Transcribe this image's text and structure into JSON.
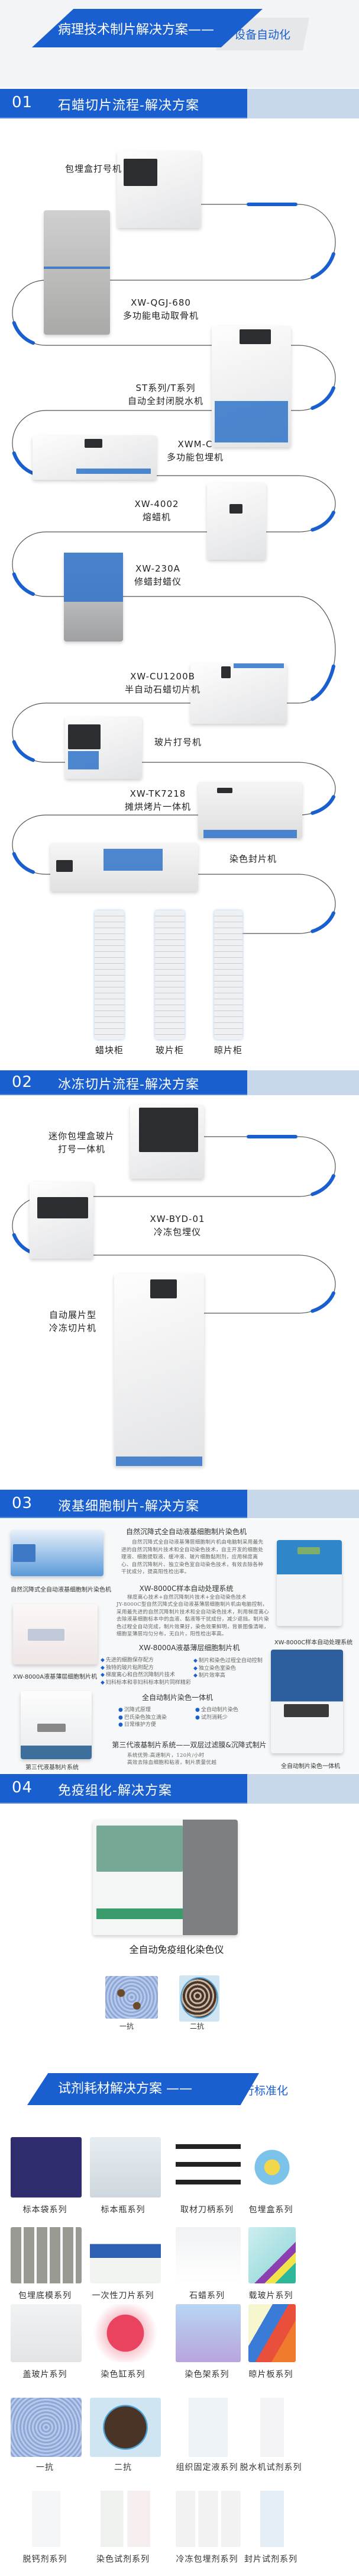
{
  "header": {
    "title": "病理技术制片解决方案——",
    "subtitle": "设备自动化"
  },
  "sections": [
    {
      "num": "01",
      "title": "石蜡切片流程-解决方案",
      "items": [
        {
          "lines": [
            "包埋盒打号机"
          ]
        },
        {
          "lines": [
            "XW-QGJ-680",
            "多功能电动取骨机"
          ]
        },
        {
          "lines": [
            "ST系列/T系列",
            "自动全封闭脱水机"
          ]
        },
        {
          "lines": [
            "XWM-C",
            "多功能包埋机"
          ]
        },
        {
          "lines": [
            "XW-4002",
            "熔蜡机"
          ]
        },
        {
          "lines": [
            "XW-230A",
            "修蜡封蜡仪"
          ]
        },
        {
          "lines": [
            "XW-CU1200B",
            "半自动石蜡切片机"
          ]
        },
        {
          "lines": [
            "玻片打号机"
          ]
        },
        {
          "lines": [
            "XW-TK7218",
            "摊烘烤片一体机"
          ]
        },
        {
          "lines": [
            "染色封片机"
          ]
        }
      ],
      "cabinets": [
        "蜡块柜",
        "玻片柜",
        "晾片柜"
      ]
    },
    {
      "num": "02",
      "title": "冰冻切片流程-解决方案",
      "items": [
        {
          "lines": [
            "迷你包埋盒玻片",
            "打号一体机"
          ]
        },
        {
          "lines": [
            "XW-BYD-01",
            "冷冻包埋仪"
          ]
        },
        {
          "lines": [
            "自动展片型",
            "冷冻切片机"
          ]
        }
      ]
    },
    {
      "num": "03",
      "title": "液基细胞制片-解决方案",
      "blocks": {
        "title1": "自然沉降式全自动液基细胞制片染色机",
        "para1": "自然沉降式全自动液基薄层细胞制片机由电脑制采用最先进的自然沉降制片技术和全自动染色技术，自主开发的细胞处理液、细胞提取液、缓冲液、玻片细胞黏附剂，应用梯度离心、自然沉降制片、独立染色室自动染色技术，有效去除各种干扰成分，提高阳性检出率。",
        "title2": "XW-8000C样本自动处理系统",
        "para2a": "梯度离心技术+自然沉降制片技术+全自动染色技术",
        "para2b": "JY-8000C型自然沉降式全自动液基薄层细胞制片机由电脑控制，采用最先进的自然沉降制片技术和全自动染色技术，利用梯度离心去除液基细胞标本中的血液、黏液等干扰成份，减少遮挡。制片染色过程全自动完成，制片效果好，染色效果鲜明，背景图像清晰，细胞呈薄层均匀分布，无白片，阳性检出率高。",
        "title3": "XW-8000A液基薄层细胞制片机",
        "bullets3a": [
          "先进的细胞保存配方",
          "独特的玻片粘附配方",
          "梯度离心和自然沉降制片技术",
          "妇科标本和非妇科标本制片同样精彩"
        ],
        "bullets3b": [
          "制片和染色过程全自动控制",
          "独立染色室染色",
          "制片效率高"
        ],
        "title4": "全自动制片染色一体机",
        "bullets4a": [
          "沉降式原理",
          "巴氏染色独立滴染",
          "日常维护方便"
        ],
        "bullets4b": [
          "全自动制片染色",
          "试剂消耗少"
        ],
        "title5": "第三代液基制片系统——双层过滤膜&沉降式制片",
        "para5": [
          "系统优势:高速制片，120片/小时",
          "高效去除血细胞和粘液，制片质量优越"
        ],
        "captions": [
          "自然沉降式全自动液基细胞制片染色机",
          "XW-8000C样本自动处理系统",
          "XW-8000A液基薄层细胞制片机",
          "全自动制片染色一体机",
          "第三代液基制片系统"
        ]
      }
    },
    {
      "num": "04",
      "title": "免疫组化-解决方案",
      "device": "全自动免疫组化染色仪",
      "samples": [
        "一抗",
        "二抗"
      ]
    }
  ],
  "consumables": {
    "title": "试剂耗材解决方案 ——",
    "subtitle": "运行标准化",
    "items": [
      "标本袋系列",
      "标本瓶系列",
      "取材刀柄系列",
      "包埋盒系列",
      "包埋底模系列",
      "一次性刀片系列",
      "石蜡系列",
      "载玻片系列",
      "盖玻片系列",
      "染色缸系列",
      "染色架系列",
      "晾片板系列",
      "一抗",
      "二抗",
      "组织固定液系列",
      "脱水机试剂系列",
      "脱钙剂系列",
      "染色试剂系列",
      "冷冻包埋剂系列",
      "封片试剂系列"
    ]
  },
  "colors": {
    "brand": "#1a5fcf",
    "bar_light": "#c6d8ea",
    "line": "#555555"
  }
}
